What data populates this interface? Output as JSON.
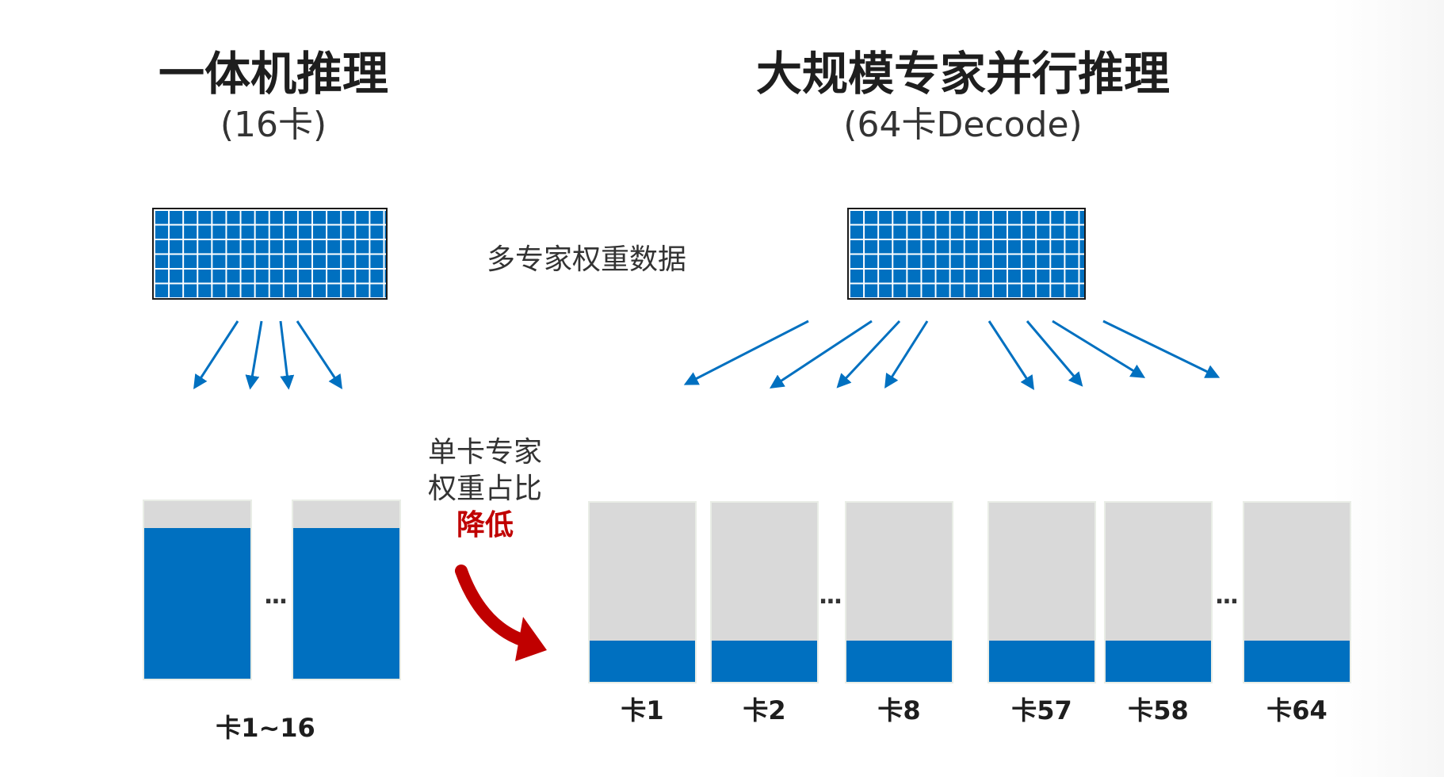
{
  "left": {
    "title": "一体机推理",
    "subtitle": "(16卡)",
    "card_label": "卡1~16",
    "dots": "...",
    "expert_weight_fraction": 0.85
  },
  "right": {
    "title": "大规模专家并行推理",
    "subtitle": "(64卡Decode)",
    "dots": "...",
    "expert_weight_fraction": 0.23,
    "cards": [
      {
        "label": "卡1"
      },
      {
        "label": "卡2"
      },
      {
        "label": "卡8"
      },
      {
        "label": "卡57"
      },
      {
        "label": "卡58"
      },
      {
        "label": "卡64"
      }
    ]
  },
  "center": {
    "weights_label": "多专家权重数据",
    "note_line1": "单卡专家",
    "note_line2": "权重占比",
    "note_emphasis": "降低"
  },
  "colors": {
    "expert_blue": "#0070c0",
    "card_gray": "#d9d9d9",
    "emphasis_red": "#c00000"
  }
}
